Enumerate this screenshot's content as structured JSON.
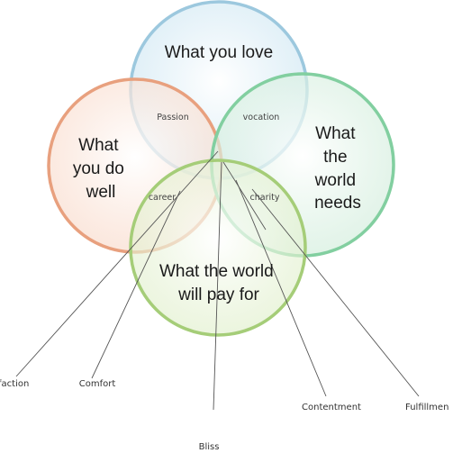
{
  "circles": {
    "love": {
      "lines": [
        "What you love"
      ],
      "stroke": "#9cc8de",
      "fill": "#dbeef6"
    },
    "good": {
      "lines": [
        "What",
        "you do",
        "well"
      ],
      "stroke": "#e8a07e",
      "fill": "#fbe3d6"
    },
    "needs": {
      "lines": [
        "What",
        "the",
        "world",
        "needs"
      ],
      "stroke": "#82cfa0",
      "fill": "#dcf2e3"
    },
    "paid": {
      "lines": [
        "What the world",
        "will pay for"
      ],
      "stroke": "#a5cd78",
      "fill": "#e6f2d4"
    }
  },
  "overlaps": {
    "passion": "Passion",
    "vocation": "vocation",
    "career": "career",
    "charity": "charity"
  },
  "outcomes": {
    "satisfaction": "faction",
    "comfort": "Comfort",
    "bliss": "Bliss",
    "contentment": "Contentment",
    "fulfillment": "Fulfillmen"
  }
}
